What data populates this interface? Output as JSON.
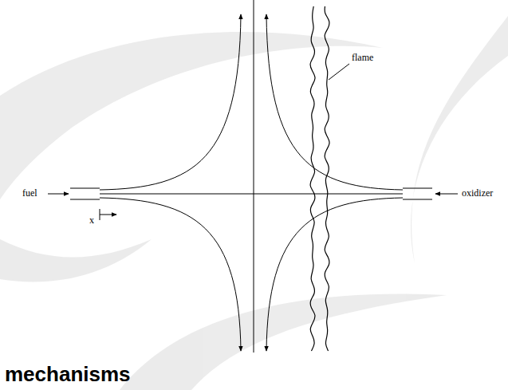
{
  "diagram": {
    "labels": [
      "fuel",
      "oxidizer",
      "flame",
      "x",
      "mechanisms"
    ]
  }
}
